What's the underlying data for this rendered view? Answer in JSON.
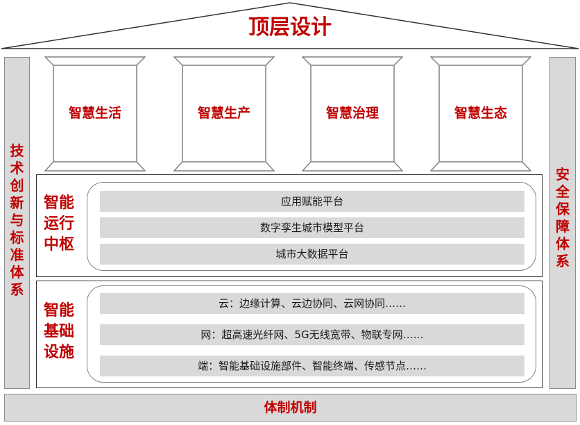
{
  "roof": {
    "title": "顶层设计"
  },
  "left_side": {
    "label": "技术创新与标准体系"
  },
  "right_side": {
    "label": "安全保障体系"
  },
  "pillars": [
    {
      "label": "智慧生活"
    },
    {
      "label": "智慧生产"
    },
    {
      "label": "智慧治理"
    },
    {
      "label": "智慧生态"
    }
  ],
  "operation_hub": {
    "title_lines": [
      "智能",
      "运行",
      "中枢"
    ],
    "rows": [
      "应用赋能平台",
      "数字孪生城市模型平台",
      "城市大数据平台"
    ]
  },
  "infrastructure": {
    "title_lines": [
      "智能",
      "基础",
      "设施"
    ],
    "rows": [
      "云：边缘计算、云边协同、云网协同……",
      "网：超高速光纤网、5G无线宽带、物联专网……",
      "端：智能基础设施部件、智能终端、传感节点……"
    ]
  },
  "base": {
    "label": "体制机制"
  },
  "colors": {
    "accent": "#c00000",
    "bar_fill": "#d9d9d9",
    "outline": "#333333"
  }
}
